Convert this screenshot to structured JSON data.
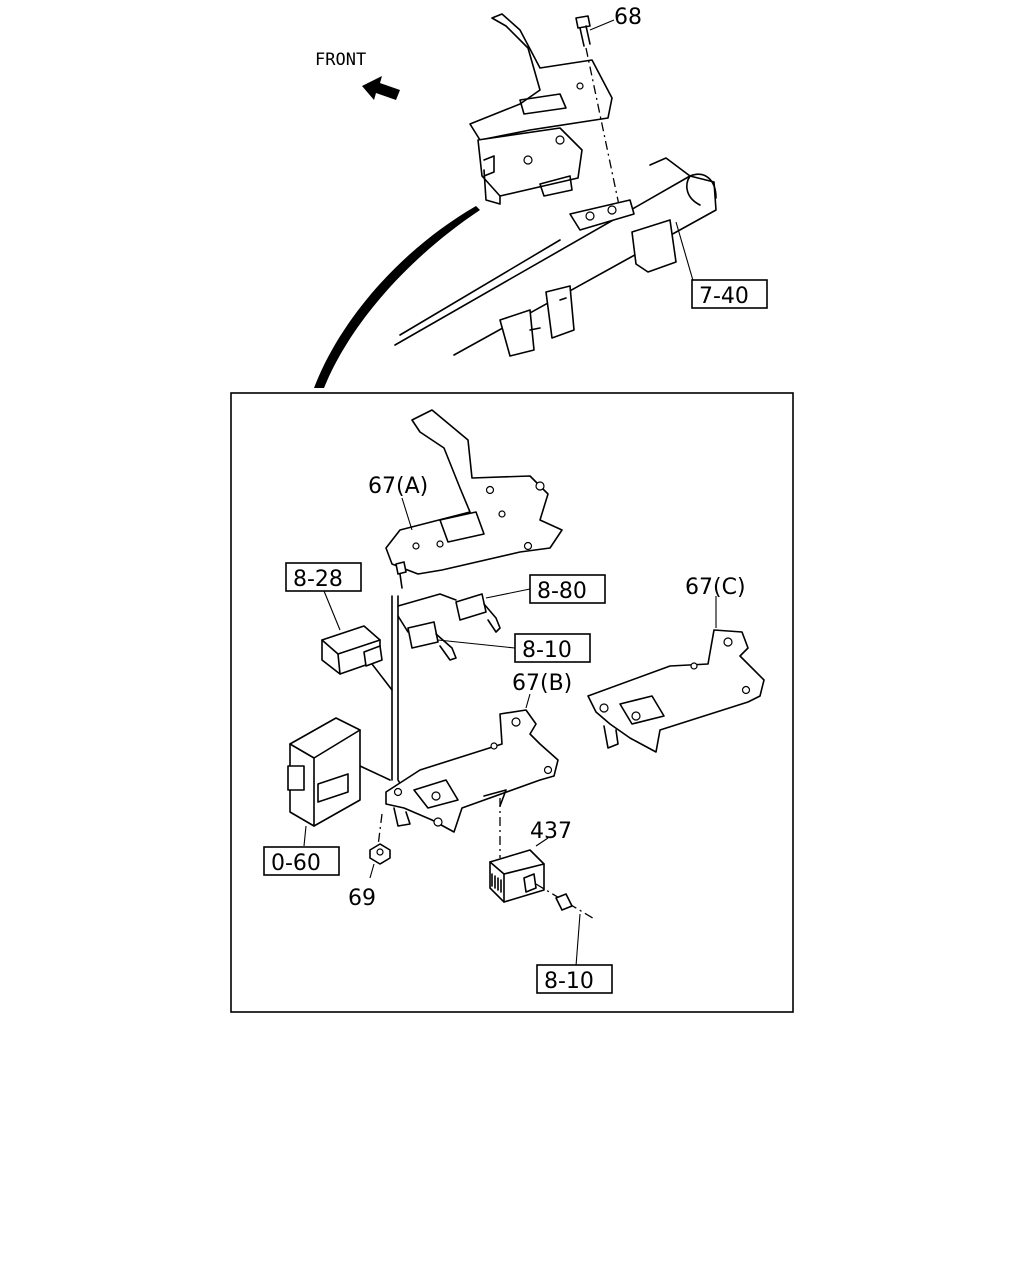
{
  "direction_label": "FRONT",
  "callouts": {
    "bolt_68": "68",
    "cross_car_beam_ref": "7-40",
    "bracket_a": "67(A)",
    "bracket_b": "67(B)",
    "bracket_c": "67(C)",
    "ref_8_28": "8-28",
    "ref_8_80": "8-80",
    "ref_8_10_upper": "8-10",
    "ref_8_10_lower": "8-10",
    "ref_0_60": "0-60",
    "nut_69": "69",
    "relay_437": "437"
  },
  "colors": {
    "line": "#000000",
    "background": "#ffffff"
  }
}
